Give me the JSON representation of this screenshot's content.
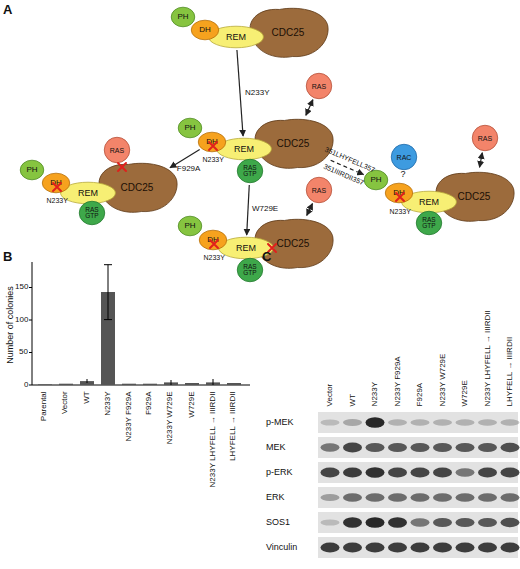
{
  "diagram": {
    "nodes": [
      {
        "text": [
          "PH"
        ]
      },
      {
        "text": [
          "DH"
        ]
      },
      {
        "text": [
          "REM"
        ]
      },
      {
        "text": [
          "CDC25"
        ]
      },
      {
        "text": [
          "RAS"
        ]
      },
      {
        "text": [
          "PH"
        ]
      },
      {
        "text": [
          "DH"
        ]
      },
      {
        "text": [
          "REM"
        ]
      },
      {
        "text": [
          "CDC25"
        ]
      },
      {
        "text": [
          "RAS GTP"
        ]
      },
      {
        "text": [
          "RAS"
        ]
      },
      {
        "text": [
          "PH"
        ]
      },
      {
        "text": [
          "DH"
        ]
      },
      {
        "text": [
          "REM"
        ]
      },
      {
        "text": [
          "CDC25"
        ]
      },
      {
        "text": [
          "RAS GTP"
        ]
      },
      {
        "text": [
          "RAS"
        ]
      },
      {
        "text": [
          "RAC"
        ]
      },
      {
        "text": [
          "PH"
        ]
      },
      {
        "text": [
          "DH"
        ]
      },
      {
        "text": [
          "REM"
        ]
      },
      {
        "text": [
          "CDC25"
        ]
      },
      {
        "text": [
          "RAS GTP"
        ]
      },
      {
        "text": [
          "RAS"
        ]
      },
      {
        "text": [
          "PH"
        ]
      },
      {
        "text": [
          "DH"
        ]
      },
      {
        "text": [
          "REM"
        ]
      },
      {
        "text": [
          "CDC25"
        ]
      },
      {
        "text": [
          "RAS GTP"
        ]
      }
    ],
    "edges": [
      {
        "from": 2,
        "to": 7,
        "label": "N233Y",
        "arrow": "to"
      },
      {
        "from": 4,
        "to": 8,
        "arrow": "both"
      },
      {
        "from": 6,
        "to": 14,
        "label": "F929A",
        "arrow": "to"
      },
      {
        "from": 8,
        "to": 18,
        "label": "351LHYFELL357",
        "arrow": "to"
      },
      {
        "from": 9,
        "to": 26,
        "label": "W729E",
        "arrow": "to"
      },
      {
        "from": 16,
        "to": 21,
        "arrow": "both"
      },
      {
        "from": 23,
        "to": 27,
        "arrow": "both"
      }
    ],
    "labels": [
      "A",
      "N233Y",
      "N233Y",
      "?",
      "N233Y",
      "N233Y",
      "351IIIRDII357",
      "B",
      "Number of colonies",
      "0",
      "50",
      "100",
      "150",
      "Parental",
      "Vector",
      "WT",
      "N233Y",
      "N233Y F929A",
      "F929A",
      "N233Y W729E",
      "W729E",
      "N233Y LHYFELL → IIIRDII",
      "LHYFELL → IIIRDII",
      "C",
      "Vector",
      "WT",
      "N233Y",
      "N233Y F929A",
      "F929A",
      "N233Y W729E",
      "W729E",
      "N233Y LHYFELL → IIIRDII",
      "LHYFELL → IIIRDII",
      "p-MEK",
      "MEK",
      "p-ERK",
      "ERK",
      "SOS1",
      "Vinculin"
    ]
  }
}
